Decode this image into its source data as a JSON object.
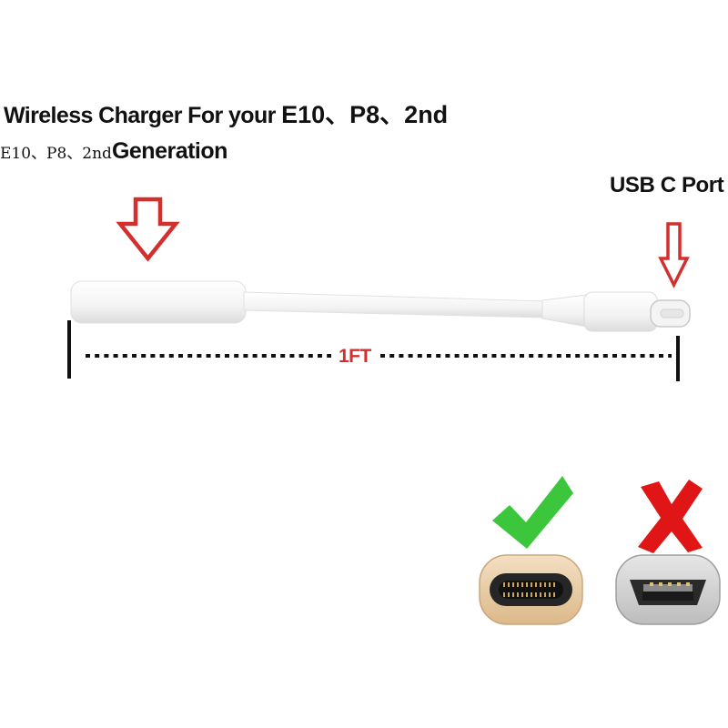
{
  "title": {
    "line1_prefix": "Wireless Charger For your ",
    "line1_models": "E10、P8、2nd",
    "line2_models": "E10、P8、2nd",
    "line2_suffix": "Generation"
  },
  "port_label": "USB C Port",
  "length_label": "1FT",
  "colors": {
    "arrow_red": "#d32f2f",
    "check_green": "#3cc63c",
    "cross_red": "#e01616",
    "connector_gold": "#e8c9a0",
    "cable_white": "#f7f7f7"
  },
  "icons": {
    "correct": "green-check-icon",
    "wrong": "red-x-icon"
  }
}
